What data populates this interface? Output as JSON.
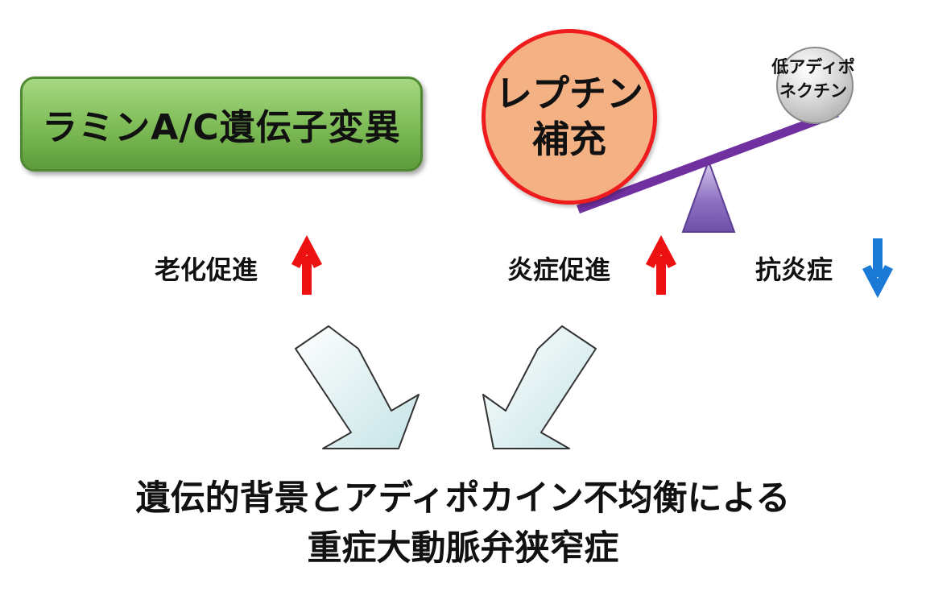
{
  "diagram": {
    "gene_box": {
      "label": "ラミンA/C遺伝子変異",
      "fill": "#7cbb55"
    },
    "leptin": {
      "line1": "レプチン",
      "line2": "補充",
      "fill": "#f4b183",
      "border": "#ee1c1c"
    },
    "adiponectin": {
      "line1": "低アディポ",
      "line2": "ネクチン"
    },
    "seesaw": {
      "beam_color": "#7030a0",
      "fulcrum_color": "#7f5fb0"
    },
    "effects": {
      "aging": {
        "label": "老化促進",
        "direction": "up",
        "color": "#ee1111"
      },
      "inflammation": {
        "label": "炎症促進",
        "direction": "up",
        "color": "#ee1111"
      },
      "anti_inflammation": {
        "label": "抗炎症",
        "direction": "down",
        "color": "#1a7ad6"
      }
    },
    "conclusion": {
      "line1": "遺伝的背景とアディポカイン不均衡による",
      "line2": "重症大動脈弁狭窄症"
    }
  }
}
